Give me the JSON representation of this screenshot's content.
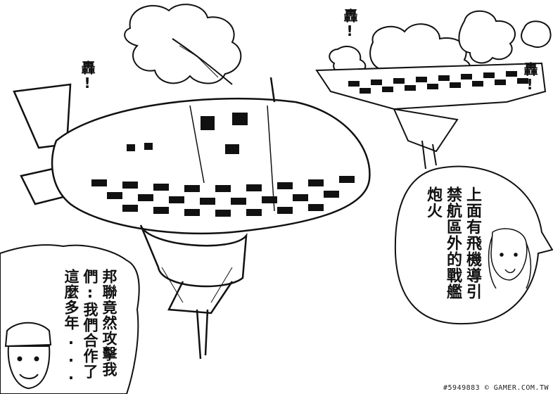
{
  "sfx": {
    "boom_top_center": "轟!",
    "boom_left": "轟!",
    "boom_right": "轟!"
  },
  "speech_bubble_right": {
    "col1": "上面有飛機導引",
    "col2": "禁航區外的戰艦",
    "col3": "炮火"
  },
  "caption_left": {
    "col1": "邦聯竟然攻擊我",
    "col2": "們:我們合作了",
    "col3": "這麼多年..."
  },
  "watermark": "#5949883 © GAMER.COM.TW"
}
